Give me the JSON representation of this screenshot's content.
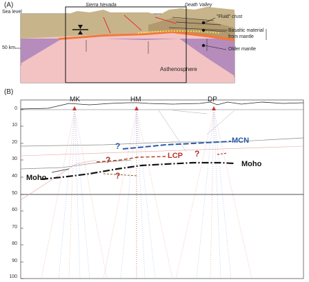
{
  "panel_a": {
    "label": "(A)",
    "sea_level": "Sea level",
    "depth_label": "50 km",
    "regions": {
      "left": "Sierra Nevada",
      "right": "Death Valley"
    },
    "legend": {
      "fluid_crust": "\"Fluid\" crust",
      "basaltic_1": "Basaltic material",
      "basaltic_2": "from mantle",
      "older_mantle": "Older mantle"
    },
    "asthenosphere": "Asthenosphere",
    "colors": {
      "crust": "#c8b48a",
      "mantle": "#b58cbc",
      "asthenosphere": "#f3c3c3",
      "basalt": "#f07a3c",
      "sky": "#ffffff"
    }
  },
  "panel_b": {
    "label": "(B)",
    "stations": [
      "MK",
      "HM",
      "DP"
    ],
    "y_ticks": [
      "0",
      "10",
      "20",
      "30",
      "40",
      "50",
      "60",
      "70",
      "80",
      "90",
      "100"
    ],
    "annotations": {
      "mcn": "MCN",
      "lcp": "LCP",
      "moho_right": "Moho",
      "moho_left": "Moho",
      "q1": "?",
      "q2": "?",
      "q3": "?",
      "q4": "?"
    },
    "colors": {
      "mcn": "#2a5aa8",
      "lcp": "#c0302a",
      "q_blue": "#2a5aa8",
      "q_red": "#b0302a"
    }
  }
}
